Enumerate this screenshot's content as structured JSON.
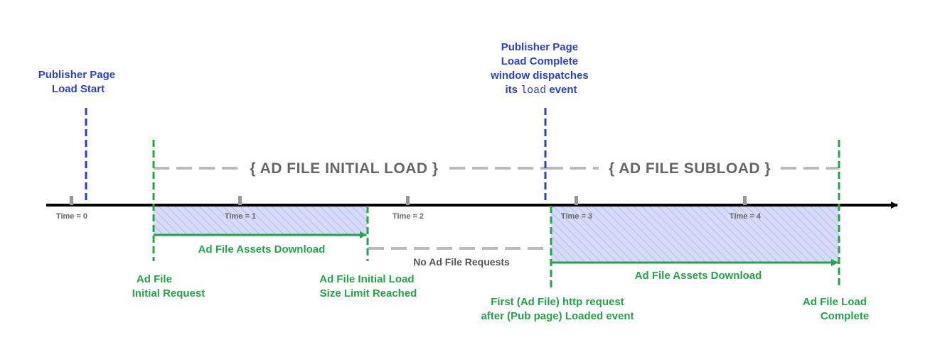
{
  "colors": {
    "axis": "#000000",
    "blue": "#2a3fd6",
    "green": "#22a447",
    "gray_dash": "#bbbbbb",
    "tick": "#999999",
    "shade": "#d6dcf7",
    "hatch": "#b4bdea"
  },
  "timeline": {
    "ticks": [
      {
        "label": "Time = 0"
      },
      {
        "label": "Time = 1"
      },
      {
        "label": "Time = 2"
      },
      {
        "label": "Time = 3"
      },
      {
        "label": "Time = 4"
      }
    ]
  },
  "phases": {
    "initial_load": "{ AD FILE INITIAL LOAD }",
    "subload": "{ AD FILE SUBLOAD }"
  },
  "markers": {
    "pub_load_start": [
      "Publisher Page",
      "Load Start"
    ],
    "pub_load_complete": {
      "line1": "Publisher Page",
      "line2": "Load Complete",
      "line3": "window dispatches",
      "line4_prefix": "its ",
      "line4_code": "load",
      "line4_suffix": " event"
    },
    "ad_initial_request": [
      "Ad File",
      "Initial Request"
    ],
    "ad_size_limit": [
      "Ad File Initial Load",
      "Size Limit Reached"
    ],
    "first_request": [
      "First (Ad File)  http request",
      "after (Pub page) Loaded event"
    ],
    "ad_load_complete": [
      "Ad File Load",
      "Complete"
    ]
  },
  "downloads": {
    "first": "Ad File Assets Download",
    "second": "Ad File Assets Download",
    "no_requests": "No Ad File Requests"
  }
}
